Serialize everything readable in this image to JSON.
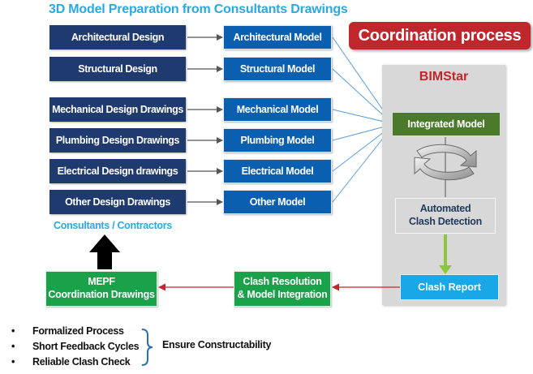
{
  "title": "3D Model Preparation from  Consultants Drawings",
  "coordination_label": "Coordination process",
  "design_items": [
    "Architectural Design",
    "Structural Design",
    "Mechanical Design Drawings",
    "Plumbing Design  Drawings",
    "Electrical Design drawings",
    "Other Design  Drawings"
  ],
  "model_items": [
    "Architectural Model",
    "Structural Model",
    "Mechanical Model",
    "Plumbing Model",
    "Electrical Model",
    "Other Model"
  ],
  "consultants_label": "Consultants / Contractors",
  "bimstar": {
    "label": "BIMStar",
    "integrated_model": "Integrated Model",
    "clash_detection_line1": "Automated",
    "clash_detection_line2": "Clash Detection",
    "clash_report": "Clash Report"
  },
  "clash_resolution_line1": "Clash Resolution",
  "clash_resolution_line2": "& Model Integration",
  "mepf_line1": "MEPF",
  "mepf_line2": "Coordination Drawings",
  "bullets": [
    "Formalized Process",
    "Short Feedback Cycles",
    "Reliable Clash Check"
  ],
  "bullet_char": "•",
  "ensure_label": "Ensure Constructability",
  "colors": {
    "design_box": "#1f3a6e",
    "model_box": "#0b5fb0",
    "title": "#29a9df",
    "coordination": "#c0272d",
    "integrated": "#4a7a2a",
    "clash_report": "#1aa7e8",
    "resolution": "#1aa24a"
  }
}
